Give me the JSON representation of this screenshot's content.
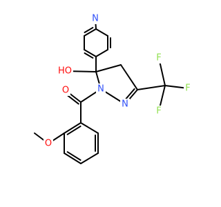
{
  "molecule": {
    "atom_labels": {
      "pyridine_n": "N",
      "hydroxyl": "HO",
      "carbonyl_o": "O",
      "pyrazoline_n1": "N",
      "pyrazoline_n2": "N",
      "fluorine_1": "F",
      "fluorine_2": "F",
      "fluorine_3": "F",
      "methoxy_o": "O"
    },
    "colors": {
      "bond": "#000000",
      "nitrogen": "#3050F8",
      "oxygen": "#FF0D0D",
      "fluorine": "#90E050",
      "carbon": "#000000"
    }
  }
}
